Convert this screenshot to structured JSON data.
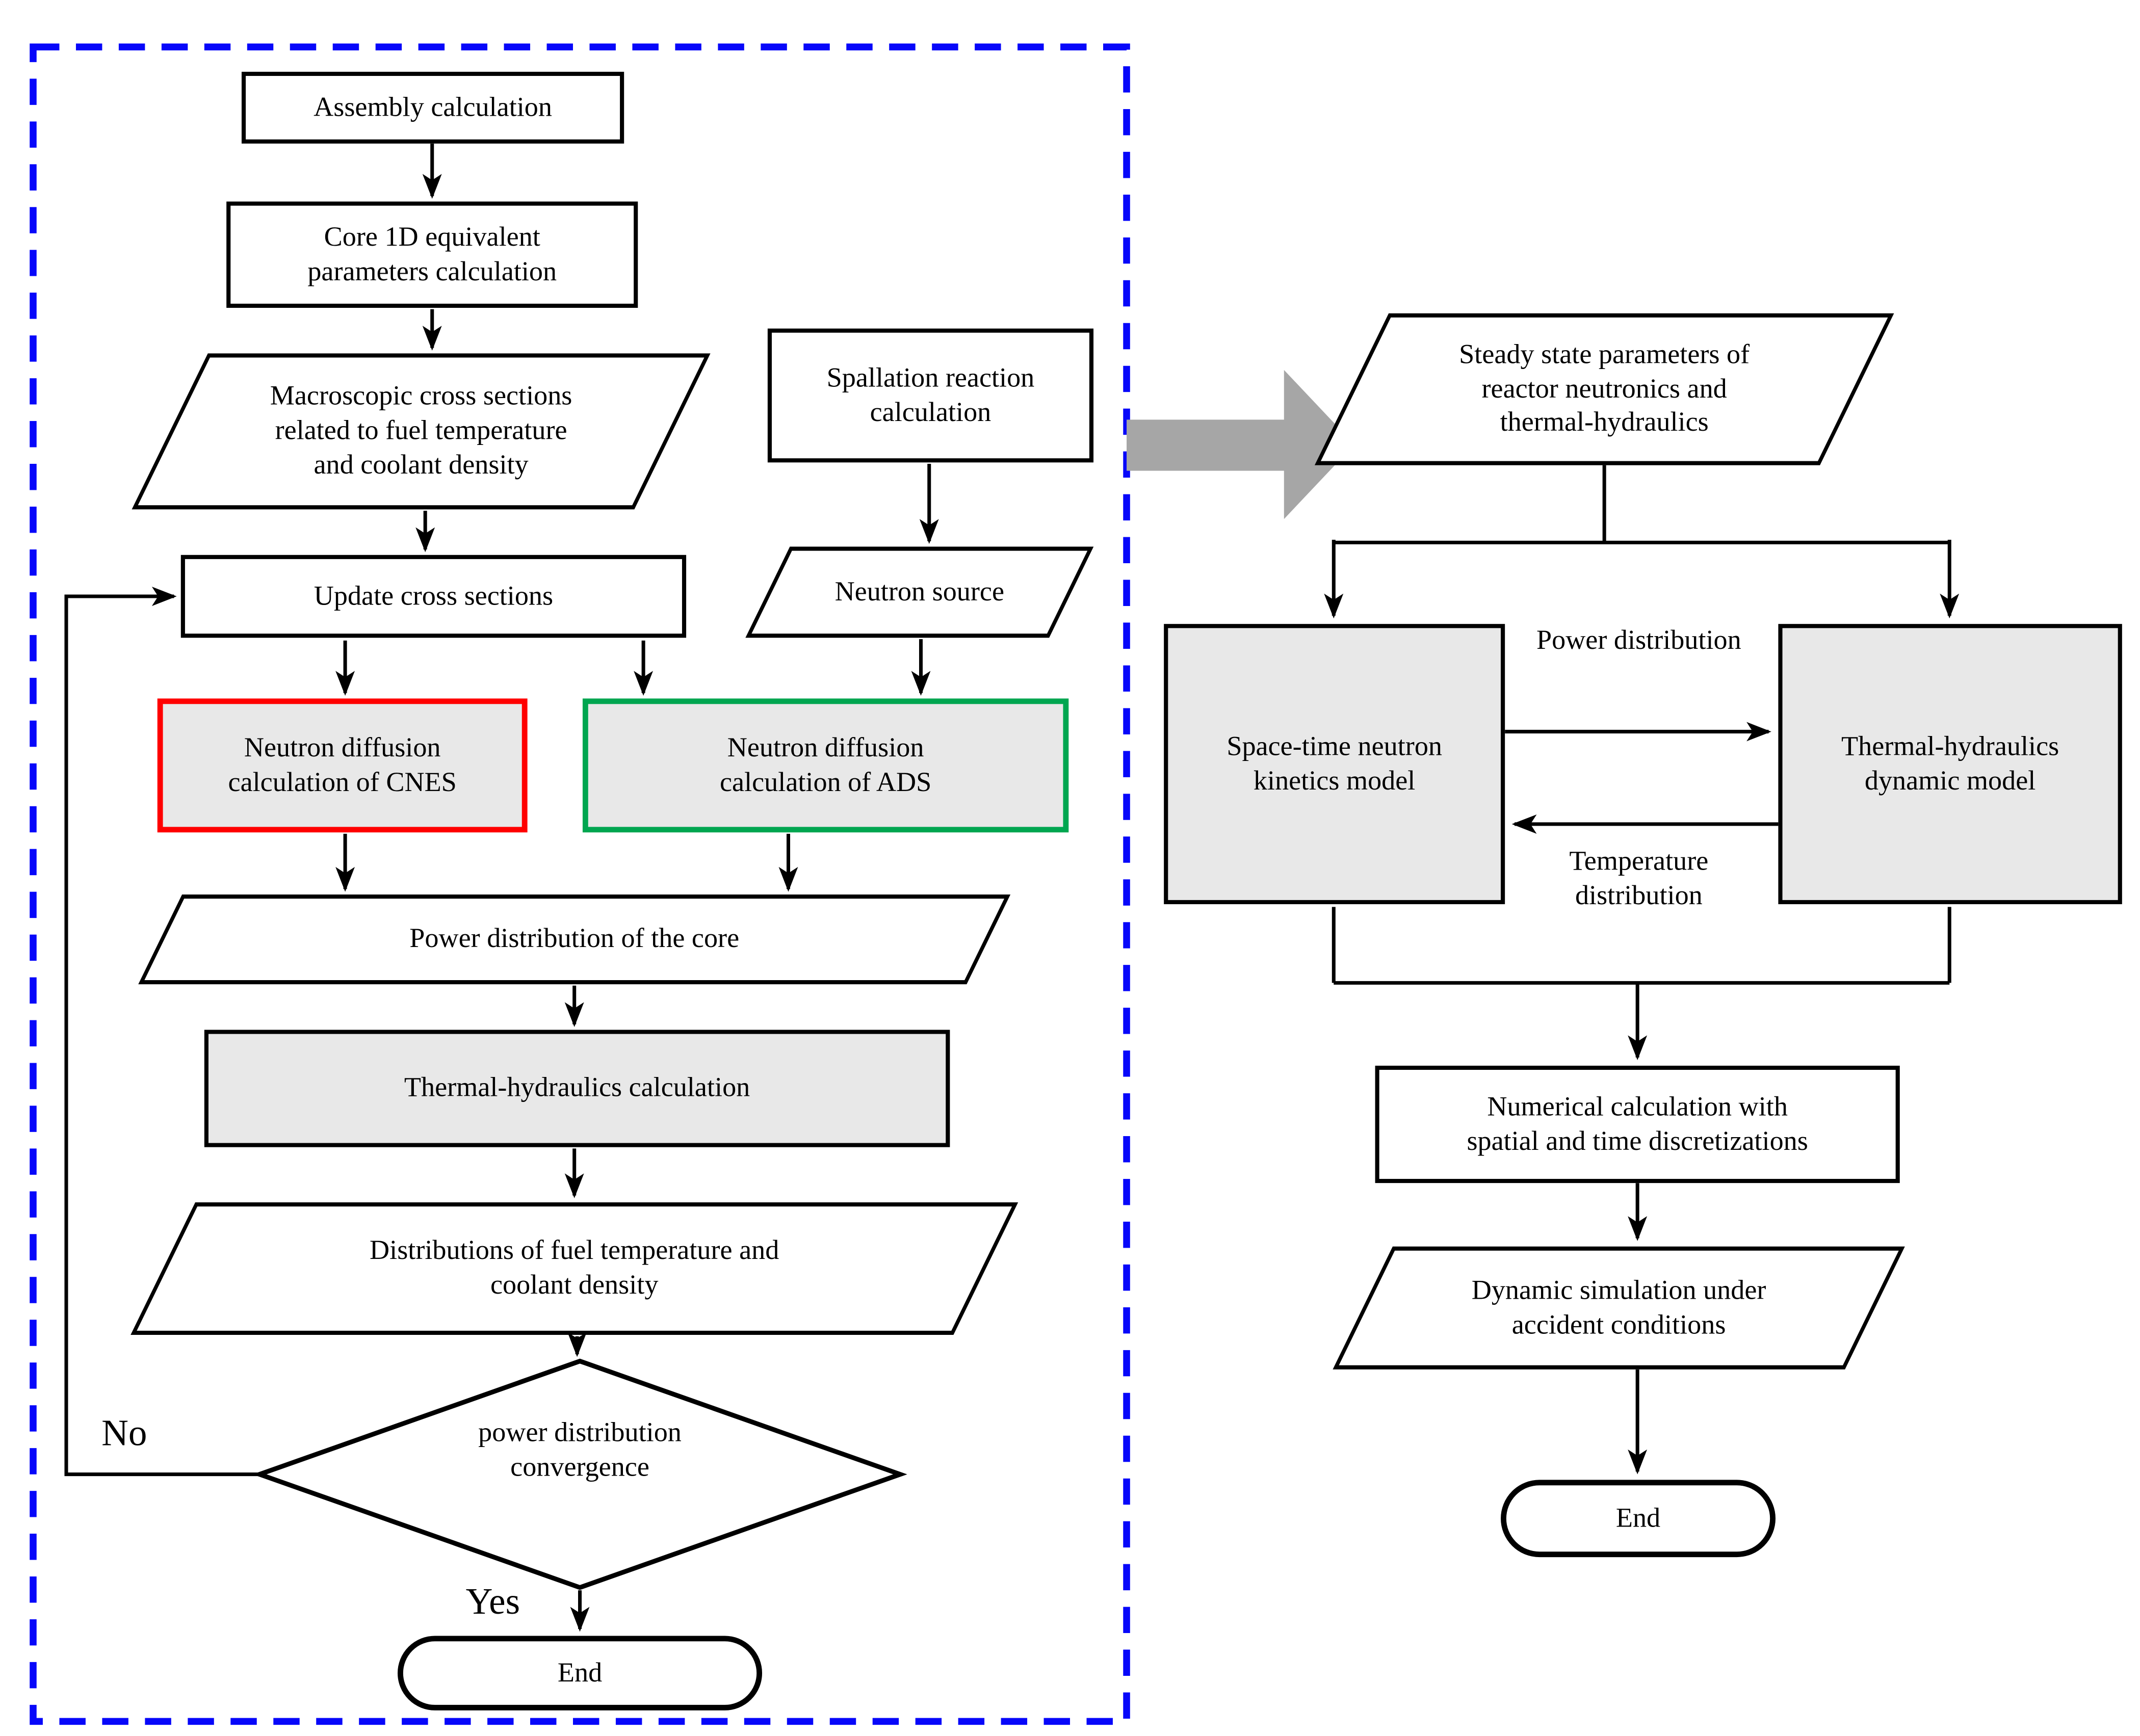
{
  "diagram": {
    "left_flow": {
      "nodes": {
        "assembly": "Assembly calculation",
        "core1d": "Core 1D equivalent parameters calculation",
        "macroscopic": "Macroscopic cross sections related to fuel temperature and coolant density",
        "update": "Update cross sections",
        "cnes": "Neutron diffusion calculation of CNES",
        "ads": "Neutron diffusion calculation of ADS",
        "spallation": "Spallation reaction calculation",
        "neutron_source": "Neutron source",
        "power_core": "Power distribution of the core",
        "th_calc": "Thermal-hydraulics calculation",
        "distributions": "Distributions of fuel temperature and coolant density",
        "convergence": "power distribution convergence",
        "end": "End"
      },
      "labels": {
        "no": "No",
        "yes": "Yes"
      }
    },
    "right_flow": {
      "nodes": {
        "steady": "Steady state parameters of reactor neutronics and thermal-hydraulics",
        "kinetics": "Space-time neutron kinetics model",
        "th_dynamic": "Thermal-hydraulics dynamic model",
        "numerical": "Numerical calculation with spatial and time discretizations",
        "dynamic_sim": "Dynamic simulation under accident conditions",
        "end": "End"
      },
      "labels": {
        "power_distribution": "Power distribution",
        "temperature_distribution": "Temperature distribution"
      }
    },
    "colors": {
      "cnes_border": "#ff0000",
      "ads_border": "#00a650",
      "node_fill_gray": "#e8e8e8",
      "dashed_border": "#0707fa",
      "transfer_arrow": "#a6a6a6",
      "line": "#000000"
    }
  }
}
